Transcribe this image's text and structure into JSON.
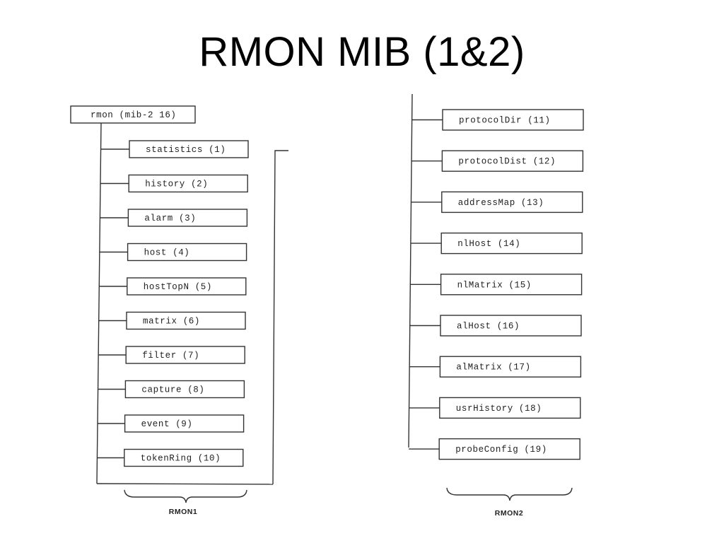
{
  "title": "RMON MIB (1&2)",
  "root": {
    "label": "rmon (mib-2 16)"
  },
  "rmon1": {
    "caption": "RMON1",
    "groups": [
      "statistics (1)",
      "history (2)",
      "alarm (3)",
      "host (4)",
      "hostTopN (5)",
      "matrix (6)",
      "filter (7)",
      "capture (8)",
      "event (9)",
      "tokenRing (10)"
    ]
  },
  "rmon2": {
    "caption": "RMON2",
    "groups": [
      "protocolDir (11)",
      "protocolDist (12)",
      "addressMap (13)",
      "nlHost (14)",
      "nlMatrix (15)",
      "alHost (16)",
      "alMatrix (17)",
      "usrHistory (18)",
      "probeConfig (19)"
    ]
  }
}
